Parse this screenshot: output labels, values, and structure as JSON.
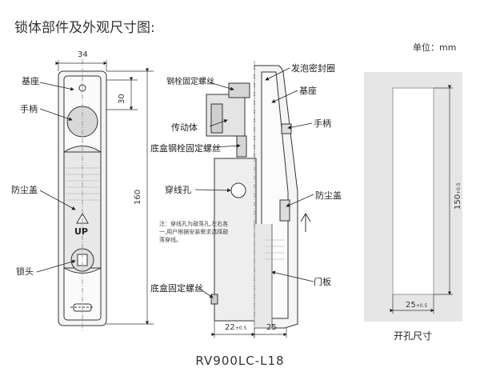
{
  "title": "锁体部件及外观尺寸图:",
  "unit": "单位：mm",
  "model": "RV900LC-L18",
  "front": {
    "width_dim": "34",
    "top_dim": "30",
    "height_dim": "160",
    "labels": {
      "base": "基座",
      "handle": "手柄",
      "dust_cover": "防尘盖",
      "lock_head": "锁头"
    },
    "up_text": "UP"
  },
  "side": {
    "labels": {
      "foam_seal": "发泡密封圈",
      "steel_bolt_screw": "钢栓固定螺丝",
      "base": "基座",
      "handle": "手柄",
      "transmission": "传动体",
      "box_bolt_screw": "底盒钢栓固定螺丝",
      "wire_hole": "穿线孔",
      "dust_cover": "防尘盖",
      "box_screw": "底盒固定螺丝",
      "door_panel": "门板"
    },
    "note": "注：穿线孔为敲落孔,左右各一,用户根据安装需求选择敲落穿线。",
    "dim_left_main": "22",
    "dim_left_tol": "+0.5",
    "dim_right": "25"
  },
  "cutout": {
    "height_main": "150",
    "height_tol": "+0.5",
    "width_main": "25",
    "width_tol": "+0.5",
    "caption": "开孔尺寸"
  }
}
